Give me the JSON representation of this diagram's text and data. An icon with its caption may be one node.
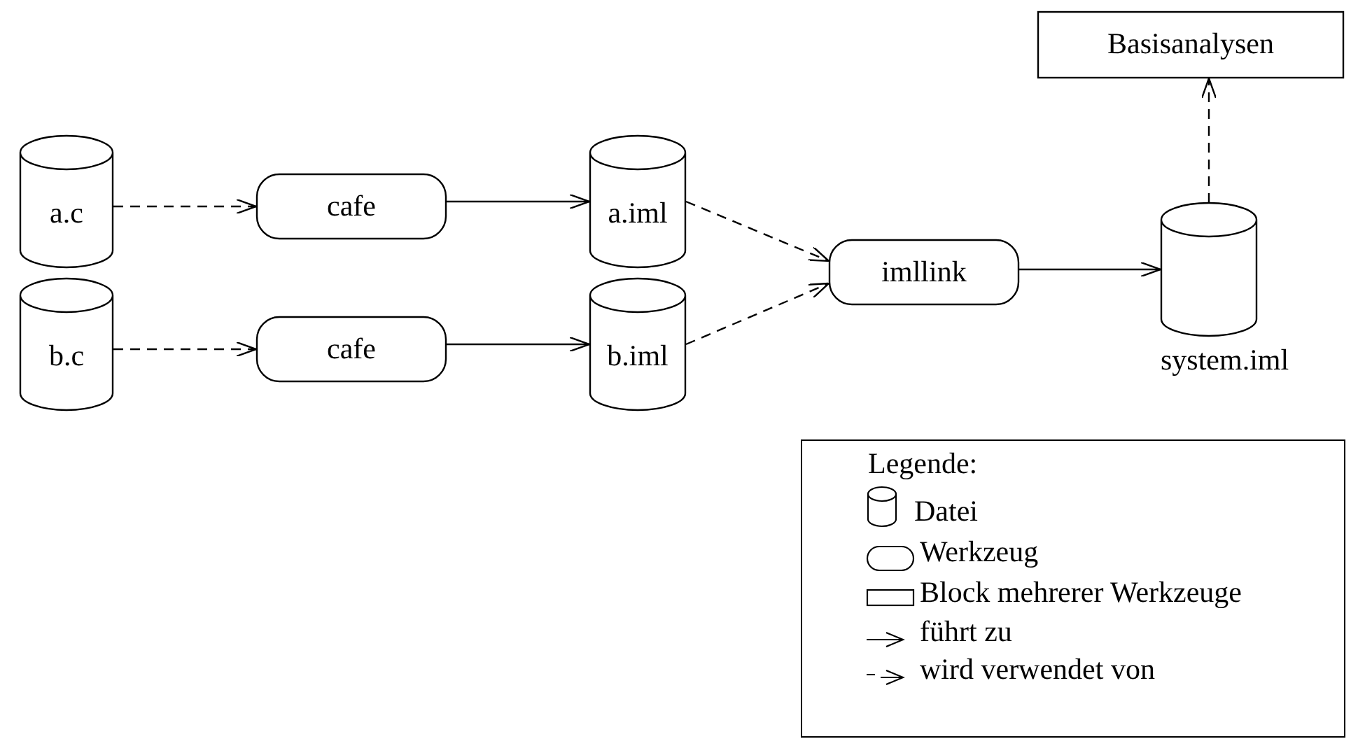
{
  "diagram": {
    "nodes": [
      {
        "text": [
          "a.c"
        ]
      },
      {
        "text": [
          "cafe"
        ]
      },
      {
        "text": [
          "a.iml"
        ]
      },
      {
        "text": [
          "b.c"
        ]
      },
      {
        "text": [
          "cafe"
        ]
      },
      {
        "text": [
          "b.iml"
        ]
      },
      {
        "text": [
          "imllink"
        ]
      },
      {
        "text": [
          "system.iml"
        ]
      },
      {
        "text": [
          "Basisanalysen"
        ]
      }
    ],
    "edges": [
      {
        "from": 0,
        "to": 1,
        "arrow": "to",
        "style": "dashed"
      },
      {
        "from": 1,
        "to": 2,
        "arrow": "to"
      },
      {
        "from": 3,
        "to": 4,
        "arrow": "to",
        "style": "dashed"
      },
      {
        "from": 4,
        "to": 5,
        "arrow": "to"
      },
      {
        "from": 2,
        "to": 6,
        "arrow": "to",
        "style": "dashed"
      },
      {
        "from": 5,
        "to": 6,
        "arrow": "to",
        "style": "dashed"
      },
      {
        "from": 6,
        "to": 7,
        "arrow": "to"
      },
      {
        "from": 7,
        "to": 8,
        "arrow": "to",
        "style": "dashed"
      }
    ],
    "labels": [
      "Legende:"
    ],
    "legend": [
      {
        "text": "Datei"
      },
      {
        "text": "Werkzeug"
      },
      {
        "text": "Block mehrerer Werkzeuge"
      },
      {
        "text": "führt zu"
      },
      {
        "text": "wird verwendet von"
      }
    ]
  }
}
